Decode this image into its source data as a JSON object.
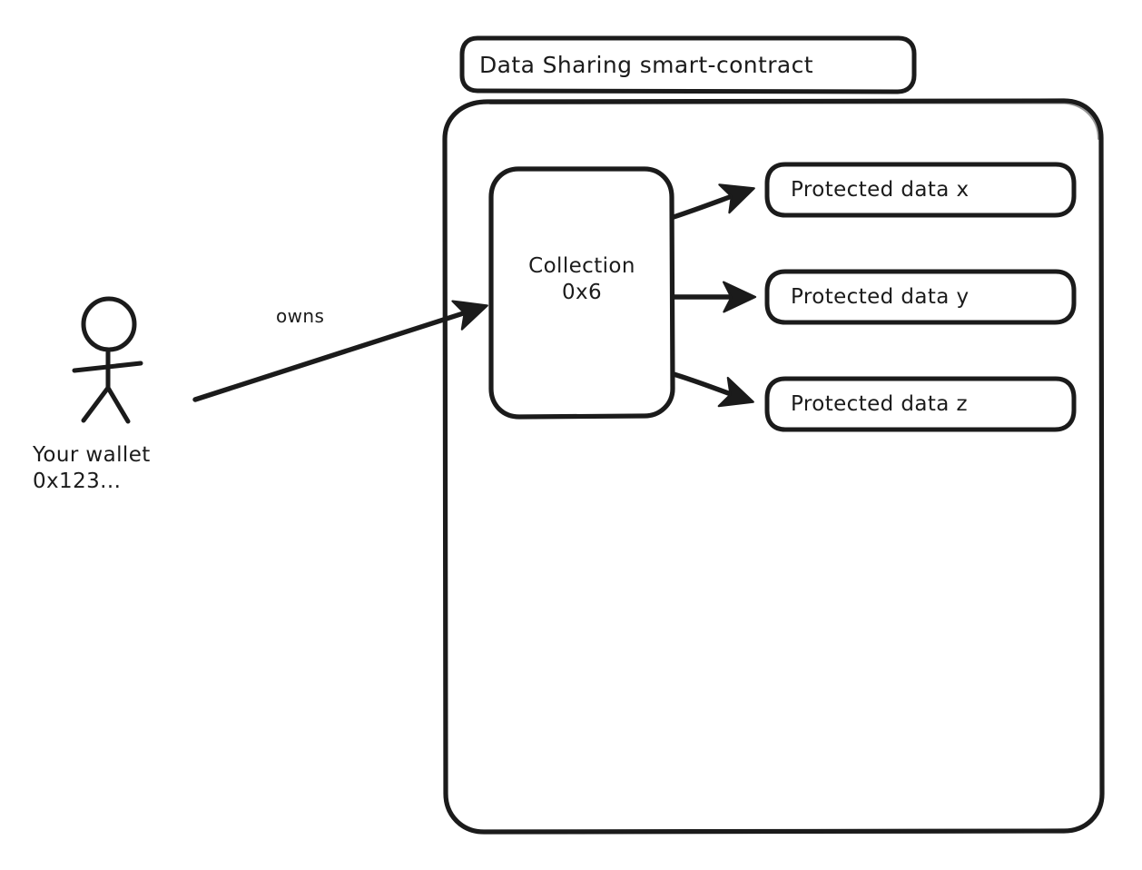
{
  "diagram": {
    "title": "Data Sharing smart-contract",
    "style": "hand-drawn",
    "stroke_color": "#1b1b1b",
    "background_color": "#ffffff",
    "contract_container": {
      "name": "Data Sharing smart-contract"
    },
    "collection": {
      "label_line1": "Collection",
      "label_line2": "0x6",
      "label": "Collection 0x6"
    },
    "protected_data": [
      {
        "label": "Protected data x"
      },
      {
        "label": "Protected data y"
      },
      {
        "label": "Protected data z"
      }
    ],
    "actor": {
      "icon": "stick-figure",
      "label_line1": "Your wallet",
      "label_line2": "0x123...",
      "label": "Your wallet 0x123..."
    },
    "edges": [
      {
        "from": "Your wallet 0x123...",
        "to": "Collection 0x6",
        "label": "owns"
      },
      {
        "from": "Collection 0x6",
        "to": "Protected data x",
        "label": ""
      },
      {
        "from": "Collection 0x6",
        "to": "Protected data y",
        "label": ""
      },
      {
        "from": "Collection 0x6",
        "to": "Protected data z",
        "label": ""
      }
    ]
  }
}
